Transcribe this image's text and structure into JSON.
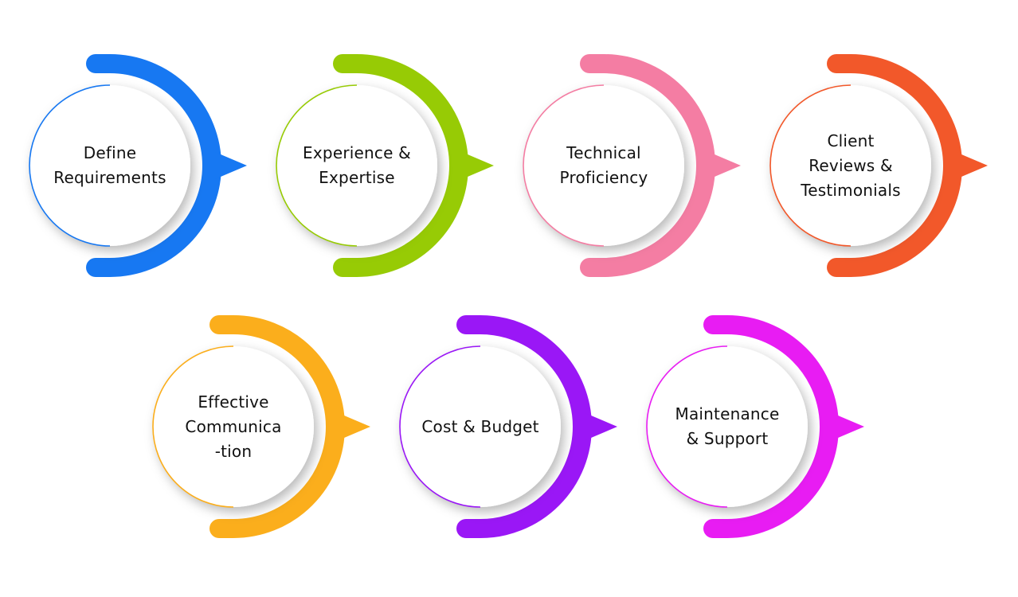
{
  "items": [
    {
      "label": "Define\nRequirements",
      "color": "#1778F2"
    },
    {
      "label": "Experience &\nExpertise",
      "color": "#97CB05"
    },
    {
      "label": "Technical\nProficiency",
      "color": "#F47DA3"
    },
    {
      "label": "Client\nReviews &\nTestimonials",
      "color": "#F2582A"
    },
    {
      "label": "Effective\nCommunica\n-tion",
      "color": "#FBAE1C"
    },
    {
      "label": "Cost & Budget",
      "color": "#9A17F6"
    },
    {
      "label": "Maintenance\n& Support",
      "color": "#E81CF3"
    }
  ]
}
